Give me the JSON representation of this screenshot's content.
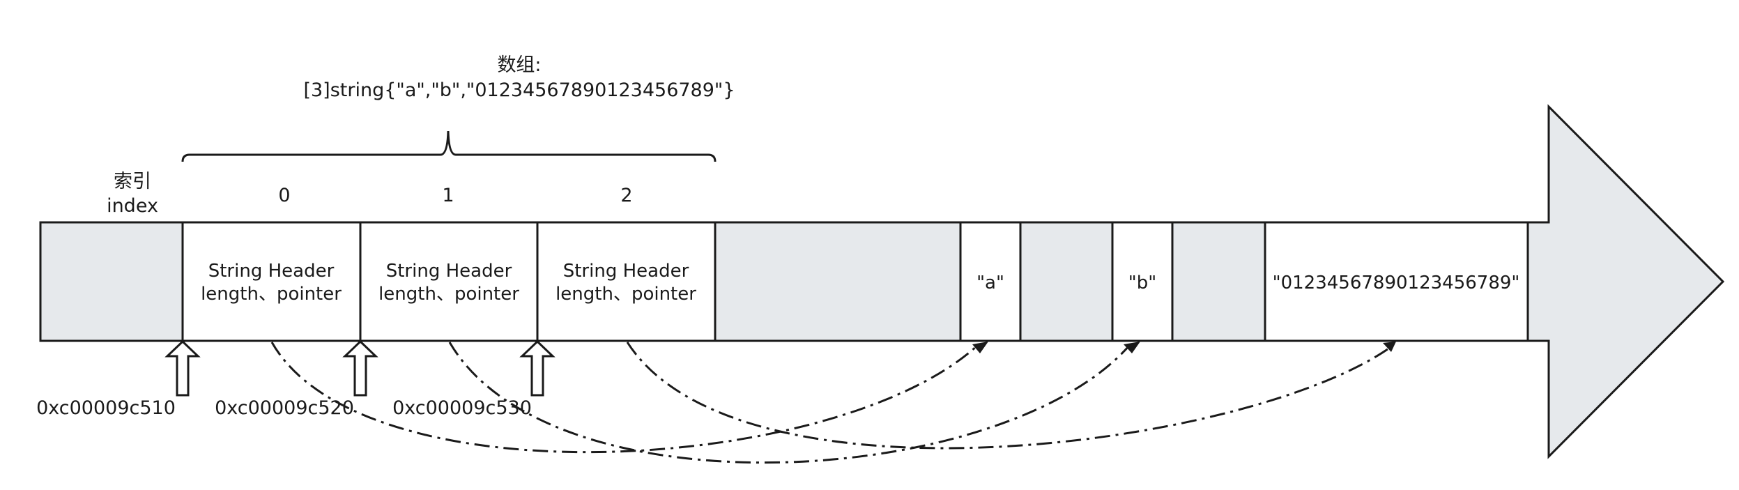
{
  "title": {
    "line1": "数组:",
    "line2": "[3]string{\"a\",\"b\",\"01234567890123456789\"}"
  },
  "index_label": {
    "line1": "索引",
    "line2": "index"
  },
  "indices": [
    "0",
    "1",
    "2"
  ],
  "headers": [
    {
      "line1": "String Header",
      "line2": "length、pointer"
    },
    {
      "line1": "String Header",
      "line2": "length、pointer"
    },
    {
      "line1": "String Header",
      "line2": "length、pointer"
    }
  ],
  "strings": [
    {
      "text": "\"a\""
    },
    {
      "text": "\"b\""
    },
    {
      "text": "\"01234567890123456789\""
    }
  ],
  "addresses": [
    "0xc00009c510",
    "0xc00009c520",
    "0xc00009c530"
  ],
  "colors": {
    "band_fill": "#e6e9ec",
    "cell_fill": "#ffffff",
    "stroke": "#1a1a1a"
  }
}
